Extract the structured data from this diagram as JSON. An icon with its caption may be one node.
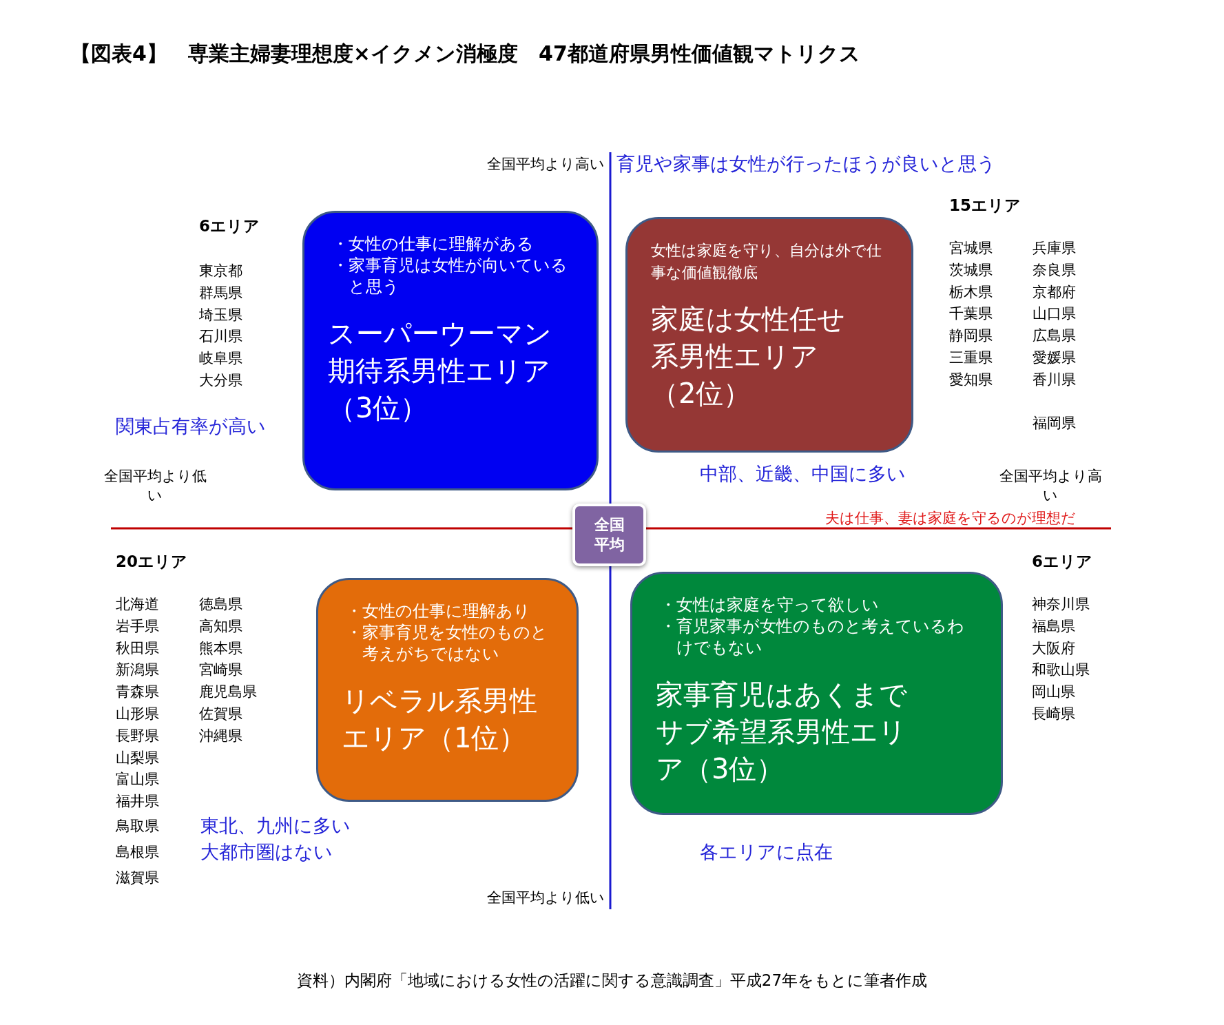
{
  "diagram": {
    "title": "【図表4】　専業主婦妻理想度×イクメン消極度　47都道府県男性価値観マトリクス",
    "caption": "資料）内閣府「地域における女性の活躍に関する意識調査」平成27年をもとに筆者作成",
    "nodes": [
      {
        "text": [
          "・女性の仕事に理解がある",
          "・家事育児は女性が向いていると思う",
          "スーパーウーマン期待系男性エリア（3位）"
        ]
      },
      {
        "text": [
          "女性は家庭を守り、自分は外で仕事な価値観徹底",
          "家庭は女性任せ系男性エリア（2位）"
        ]
      },
      {
        "text": [
          "全国平均"
        ]
      },
      {
        "text": [
          "・女性の仕事に理解あり",
          "・家事育児を女性のものと考えがちではない",
          "リベラル系男性エリア（1位）"
        ]
      },
      {
        "text": [
          "・女性は家庭を守って欲しい",
          "・育児家事が女性のものと考えているわけでもない",
          "家事育児はあくまでサブ希望系男性エリア（3位）"
        ]
      }
    ],
    "labels": [
      "全国平均より高い",
      "育児や家事は女性が行ったほうが良いと思う",
      "6エリア",
      "東京都",
      "群馬県",
      "埼玉県",
      "石川県",
      "岐阜県",
      "大分県",
      "関東占有率が高い",
      "15エリア",
      "宮城県",
      "兵庫県",
      "茨城県",
      "奈良県",
      "栃木県",
      "京都府",
      "千葉県",
      "山口県",
      "静岡県",
      "広島県",
      "三重県",
      "愛媛県",
      "愛知県",
      "香川県",
      "福岡県",
      "全国平均より低い",
      "中部、近畿、中国に多い",
      "全国平均より高い",
      "夫は仕事、妻は家庭を守るのが理想だ",
      "20エリア",
      "北海道",
      "徳島県",
      "岩手県",
      "高知県",
      "秋田県",
      "熊本県",
      "新潟県",
      "宮崎県",
      "青森県",
      "鹿児島県",
      "山形県",
      "佐賀県",
      "長野県",
      "沖縄県",
      "山梨県",
      "富山県",
      "福井県",
      "鳥取県",
      "島根県",
      "滋賀県",
      "東北、九州に多い",
      "大都市圏はない",
      "6エリア",
      "神奈川県",
      "福島県",
      "大阪府",
      "和歌山県",
      "岡山県",
      "長崎県",
      "各エリアに点在",
      "全国平均より低い"
    ]
  }
}
